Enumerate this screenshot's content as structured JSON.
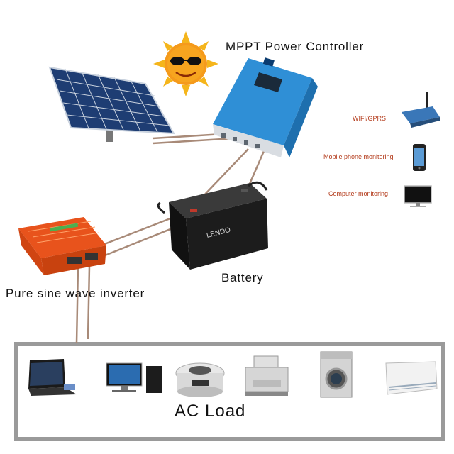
{
  "labels": {
    "controller": "MPPT Power Controller",
    "battery": "Battery",
    "inverter": "Pure sine wave inverter",
    "ac_load": "AC Load",
    "wifi": "WIFI/GPRS",
    "mobile": "Mobile phone monitoring",
    "computer": "Computer monitoring"
  },
  "battery_brand": "LENDO",
  "icons": [
    "solar-panel-icon",
    "sun-icon",
    "mppt-controller-icon",
    "battery-icon",
    "inverter-icon",
    "wifi-gprs-module-icon",
    "mobile-phone-icon",
    "computer-monitor-icon",
    "laptop-icon",
    "desktop-computer-icon",
    "rice-cooker-icon",
    "printer-icon",
    "washing-machine-icon",
    "air-conditioner-icon"
  ],
  "colors": {
    "controller_blue": "#2f8fd6",
    "inverter_orange": "#e8531c",
    "battery_black": "#1c1c1c",
    "sun_orange": "#f59a1b",
    "label_red": "#b33a1a",
    "wire_brown": "#a88a78"
  }
}
